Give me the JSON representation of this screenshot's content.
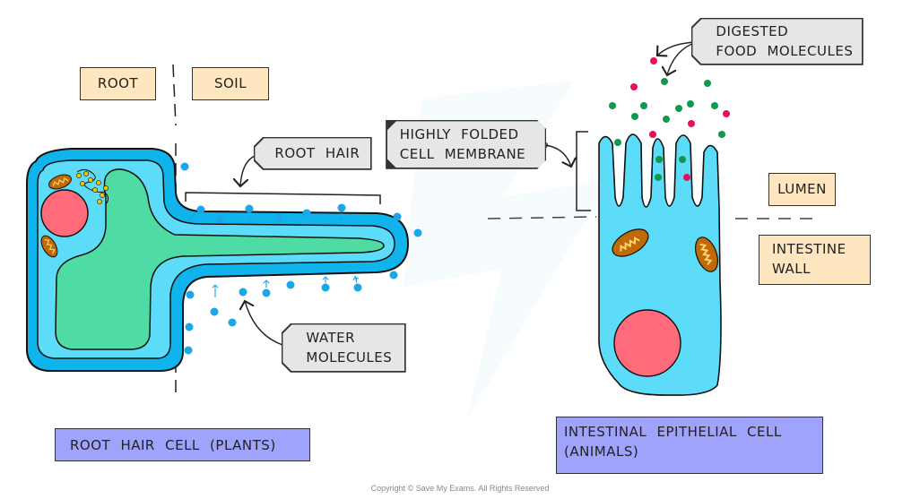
{
  "labels": {
    "root": "ROOT",
    "soil": "SOIL",
    "root_hair": "ROOT HAIR",
    "water_molecules_line1": "WATER",
    "water_molecules_line2": "MOLECULES",
    "highly_folded_line1": "HIGHLY FOLDED",
    "highly_folded_line2": "CELL MEMBRANE",
    "digested_line1": "DIGESTED",
    "digested_line2": "FOOD MOLECULES",
    "lumen": "LUMEN",
    "intestine_wall_line1": "INTESTINE",
    "intestine_wall_line2": "WALL"
  },
  "titles": {
    "root_hair_cell": "ROOT HAIR CELL (PLANTS)",
    "epithelial_line1": "INTESTINAL EPITHELIAL CELL",
    "epithelial_line2": "(ANIMALS)"
  },
  "footer": {
    "copyright": "Copyright © Save My Exams. All Rights Reserved"
  },
  "colors": {
    "label_tan": "#fde6c0",
    "title_purple": "#a0a3fb",
    "tag_grey": "#e6e6e6",
    "cell_wall_blue": "#10b4ec",
    "cytoplasm_blue": "#5ddcfa",
    "vacuole_green": "#4fdca4",
    "nucleus_pink": "#ff6b7a",
    "mitochondria_brown": "#c06a06",
    "water_dot": "#1aa6e8",
    "food_green": "#0e9a4a",
    "food_magenta": "#e8105a"
  }
}
